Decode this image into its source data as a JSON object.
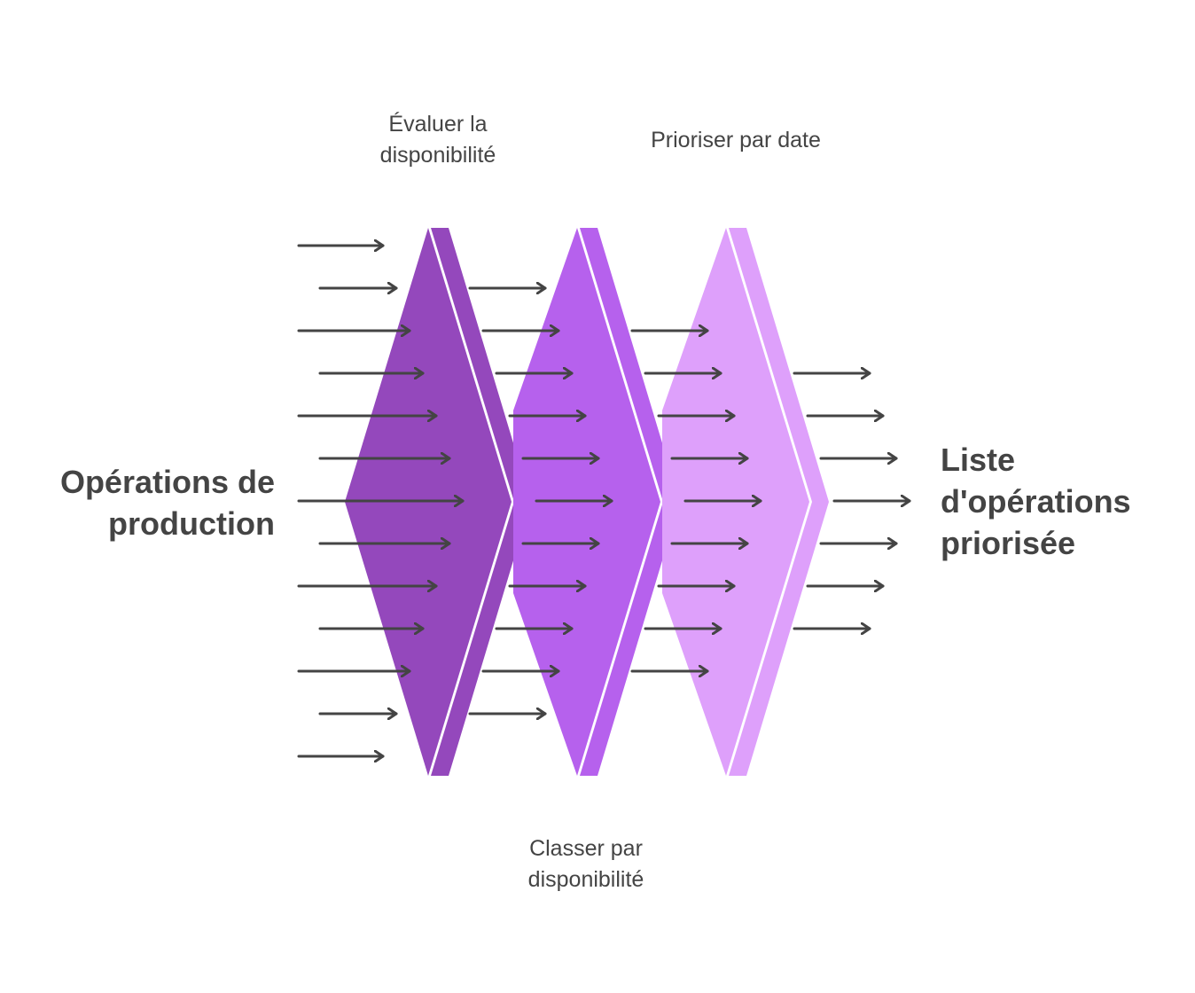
{
  "input_label": [
    "Opérations de",
    "production"
  ],
  "output_label": [
    "Liste",
    "d'opérations",
    "priorisée"
  ],
  "stages": [
    {
      "label": [
        "Évaluer la",
        "disponibilité"
      ],
      "color": "#9448bc",
      "accent": "#9448bc"
    },
    {
      "label": [
        "Classer par",
        "disponibilité"
      ],
      "color": "#b661ed",
      "accent": "#b661ed"
    },
    {
      "label": [
        "Prioriser par date"
      ],
      "color": "#dea0fb",
      "accent": "#dea0fb"
    }
  ],
  "colors": {
    "arrow": "#444444",
    "text": "#444444",
    "background": "#ffffff"
  },
  "icons": {
    "flow_arrow": "arrow-right-icon",
    "stage_shape": "chevron-diamond-icon"
  }
}
